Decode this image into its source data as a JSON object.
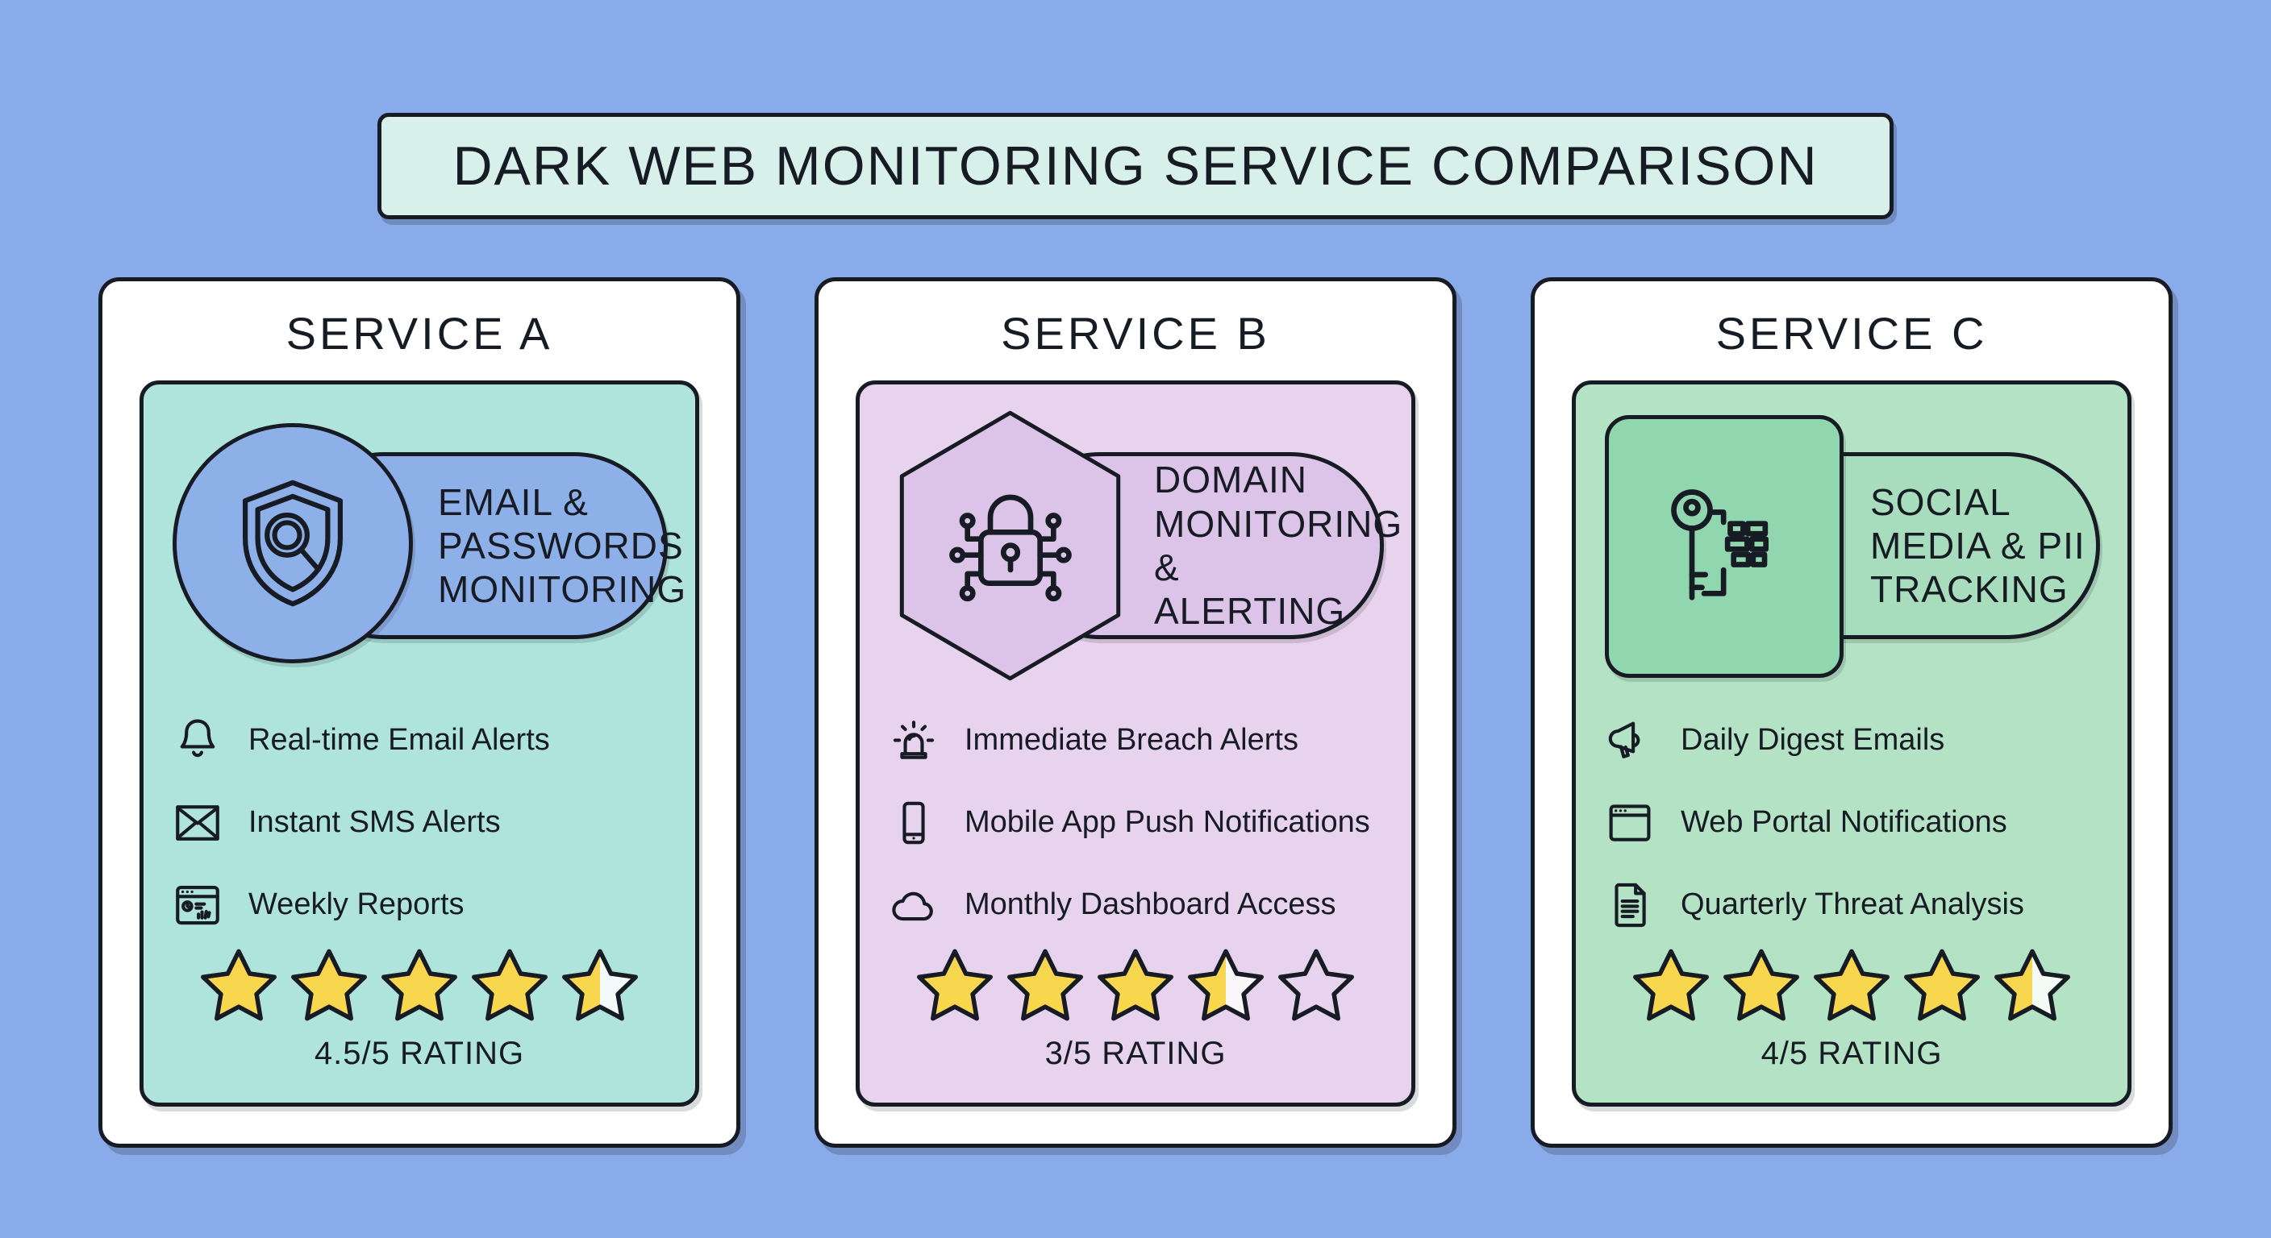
{
  "title": "DARK WEB MONITORING SERVICE COMPARISON",
  "colors": {
    "background": "#8aabe9",
    "ink": "#171b24",
    "title_box_bg": "#d7f0e9",
    "star_fill": "#f8d64e",
    "panel_a": "#aee4dc",
    "badge_a": "#8eb0e9",
    "panel_b": "#e7d3ee",
    "badge_b": "#dcc3e8",
    "panel_c": "#b3e2c4",
    "badge_c_shape": "#90d6ae",
    "badge_c_pill": "#a7ddbd"
  },
  "services": [
    {
      "name": "SERVICE A",
      "badge": {
        "icon": "shield-magnifier-icon",
        "shape": "circle",
        "lines": [
          "EMAIL &",
          "PASSWORDS",
          "MONITORING"
        ]
      },
      "features": [
        {
          "icon": "bell-icon",
          "text": "Real-time Email Alerts"
        },
        {
          "icon": "envelope-icon",
          "text": "Instant SMS Alerts"
        },
        {
          "icon": "report-window-icon",
          "text": "Weekly Reports"
        }
      ],
      "stars": [
        1,
        1,
        1,
        1,
        0.5
      ],
      "rating": "4.5/5 RATING"
    },
    {
      "name": "SERVICE B",
      "badge": {
        "icon": "circuit-lock-icon",
        "shape": "hexagon",
        "lines": [
          "DOMAIN",
          "MONITORING",
          "& ALERTING"
        ]
      },
      "features": [
        {
          "icon": "siren-icon",
          "text": "Immediate Breach Alerts"
        },
        {
          "icon": "smartphone-icon",
          "text": "Mobile App Push Notifications"
        },
        {
          "icon": "cloud-icon",
          "text": "Monthly Dashboard Access"
        }
      ],
      "stars": [
        1,
        1,
        1,
        0.5,
        0
      ],
      "rating": "3/5 RATING"
    },
    {
      "name": "SERVICE C",
      "badge": {
        "icon": "key-data-icon",
        "shape": "rounded-square",
        "lines": [
          "SOCIAL",
          "MEDIA & PII",
          "TRACKING"
        ]
      },
      "features": [
        {
          "icon": "megaphone-icon",
          "text": "Daily Digest Emails"
        },
        {
          "icon": "browser-window-icon",
          "text": "Web Portal Notifications"
        },
        {
          "icon": "document-icon",
          "text": "Quarterly Threat Analysis"
        }
      ],
      "stars": [
        1,
        1,
        1,
        1,
        0.5
      ],
      "rating": "4/5 RATING"
    }
  ]
}
